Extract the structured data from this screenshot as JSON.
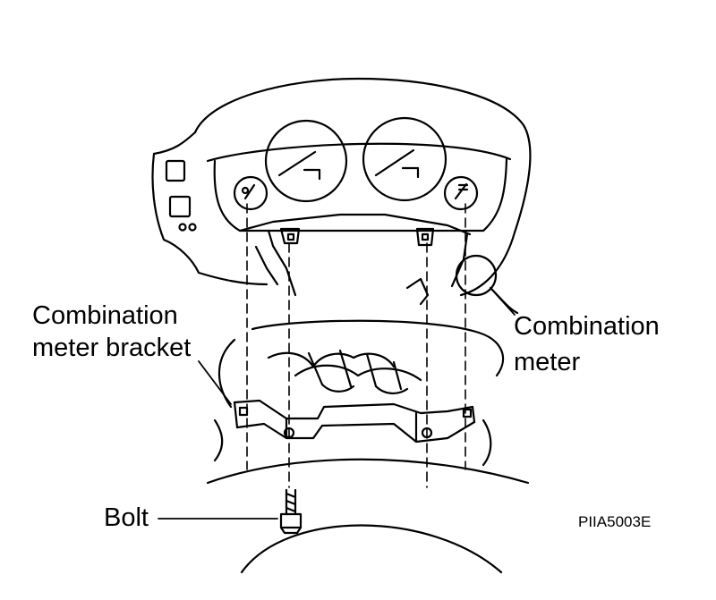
{
  "labels": {
    "bracket_line1": "Combination",
    "bracket_line2": "meter bracket",
    "meter_line1": "Combination",
    "meter_line2": "meter",
    "bolt": "Bolt"
  },
  "figure_code": "PIIA5003E",
  "colors": {
    "ink": "#000000",
    "paper": "#ffffff"
  }
}
